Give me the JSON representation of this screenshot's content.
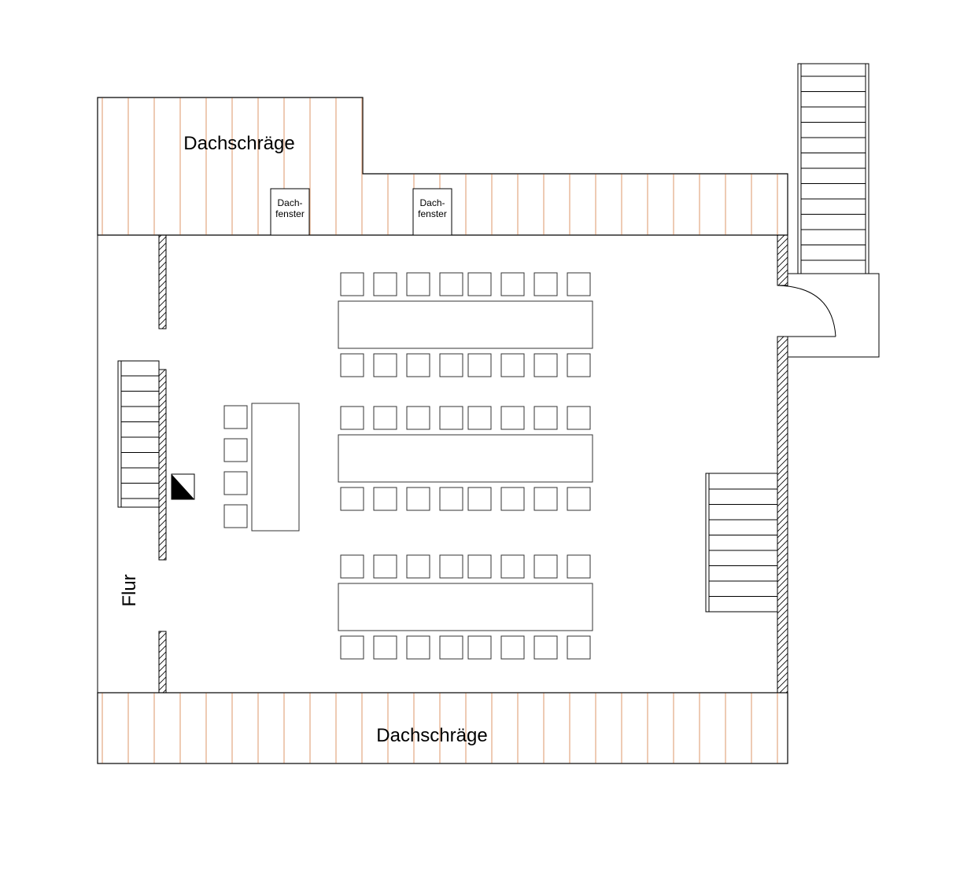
{
  "labels": {
    "slope_top": "Dachschräge",
    "slope_bottom": "Dachschräge",
    "skylight_1_line1": "Dach-",
    "skylight_1_line2": "fenster",
    "skylight_2_line1": "Dach-",
    "skylight_2_line2": "fenster",
    "corridor": "Flur"
  },
  "colors": {
    "rafter": "#e2a882",
    "line": "#000000"
  },
  "icons": {
    "slope_hatch": "rafter-hatch-lines",
    "wall_hatch": "diagonal-hatch",
    "panel_symbol": "half-filled-square-icon",
    "door": "door-swing-arc-icon"
  }
}
